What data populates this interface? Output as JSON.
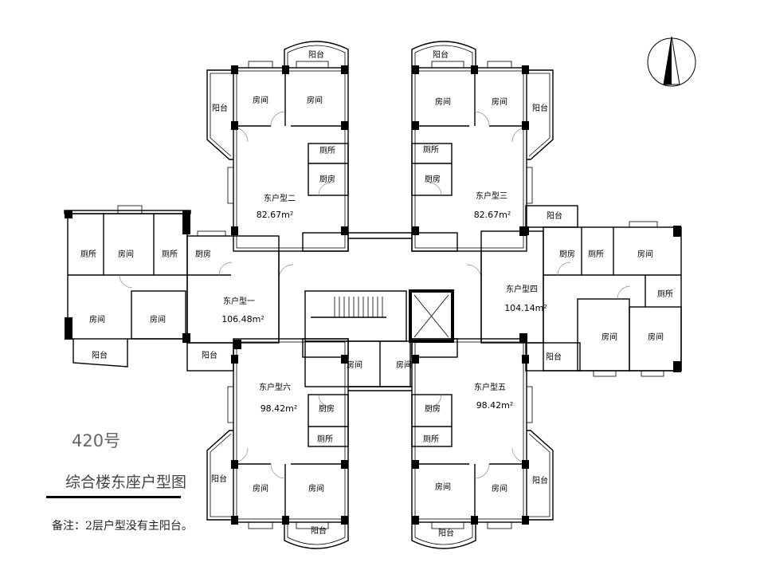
{
  "title": {
    "number": "420号",
    "name": "综合楼东座户型图",
    "note": "备注：2层户型没有主阳台。"
  },
  "rooms": {
    "balcony": "阳台",
    "room": "房间",
    "toilet": "厕所",
    "kitchen": "厨房"
  },
  "units": {
    "u1": {
      "name": "东户型一",
      "area": "106.48m²"
    },
    "u2": {
      "name": "东户型二",
      "area": "82.67m²"
    },
    "u3": {
      "name": "东户型三",
      "area": "82.67m²"
    },
    "u4": {
      "name": "东户型四",
      "area": "104.14m²"
    },
    "u5": {
      "name": "东户型五",
      "area": "98.42m²"
    },
    "u6": {
      "name": "东户型六",
      "area": "98.42m²"
    }
  },
  "colors": {
    "line": "#000000",
    "text": "#000000"
  }
}
